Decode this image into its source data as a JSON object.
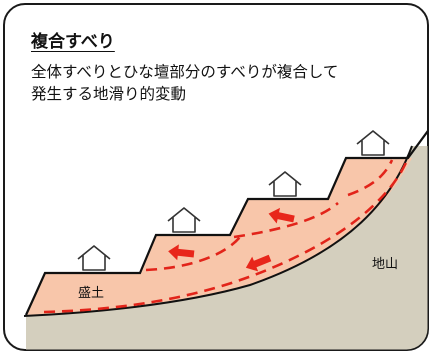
{
  "title": "複合すべり",
  "description_lines": [
    "全体すべりとひな壇部分のすべりが複合して",
    "発生する地滑り的変動"
  ],
  "labels": {
    "fill": "盛土",
    "ground": "地山"
  },
  "colors": {
    "fill": "#f8c6aa",
    "ground": "#d4cfbe",
    "slip_line": "#e2241a",
    "arrow": "#e8261b",
    "outline": "#111111"
  },
  "icons": [
    "house-icon",
    "arrow-icon"
  ]
}
